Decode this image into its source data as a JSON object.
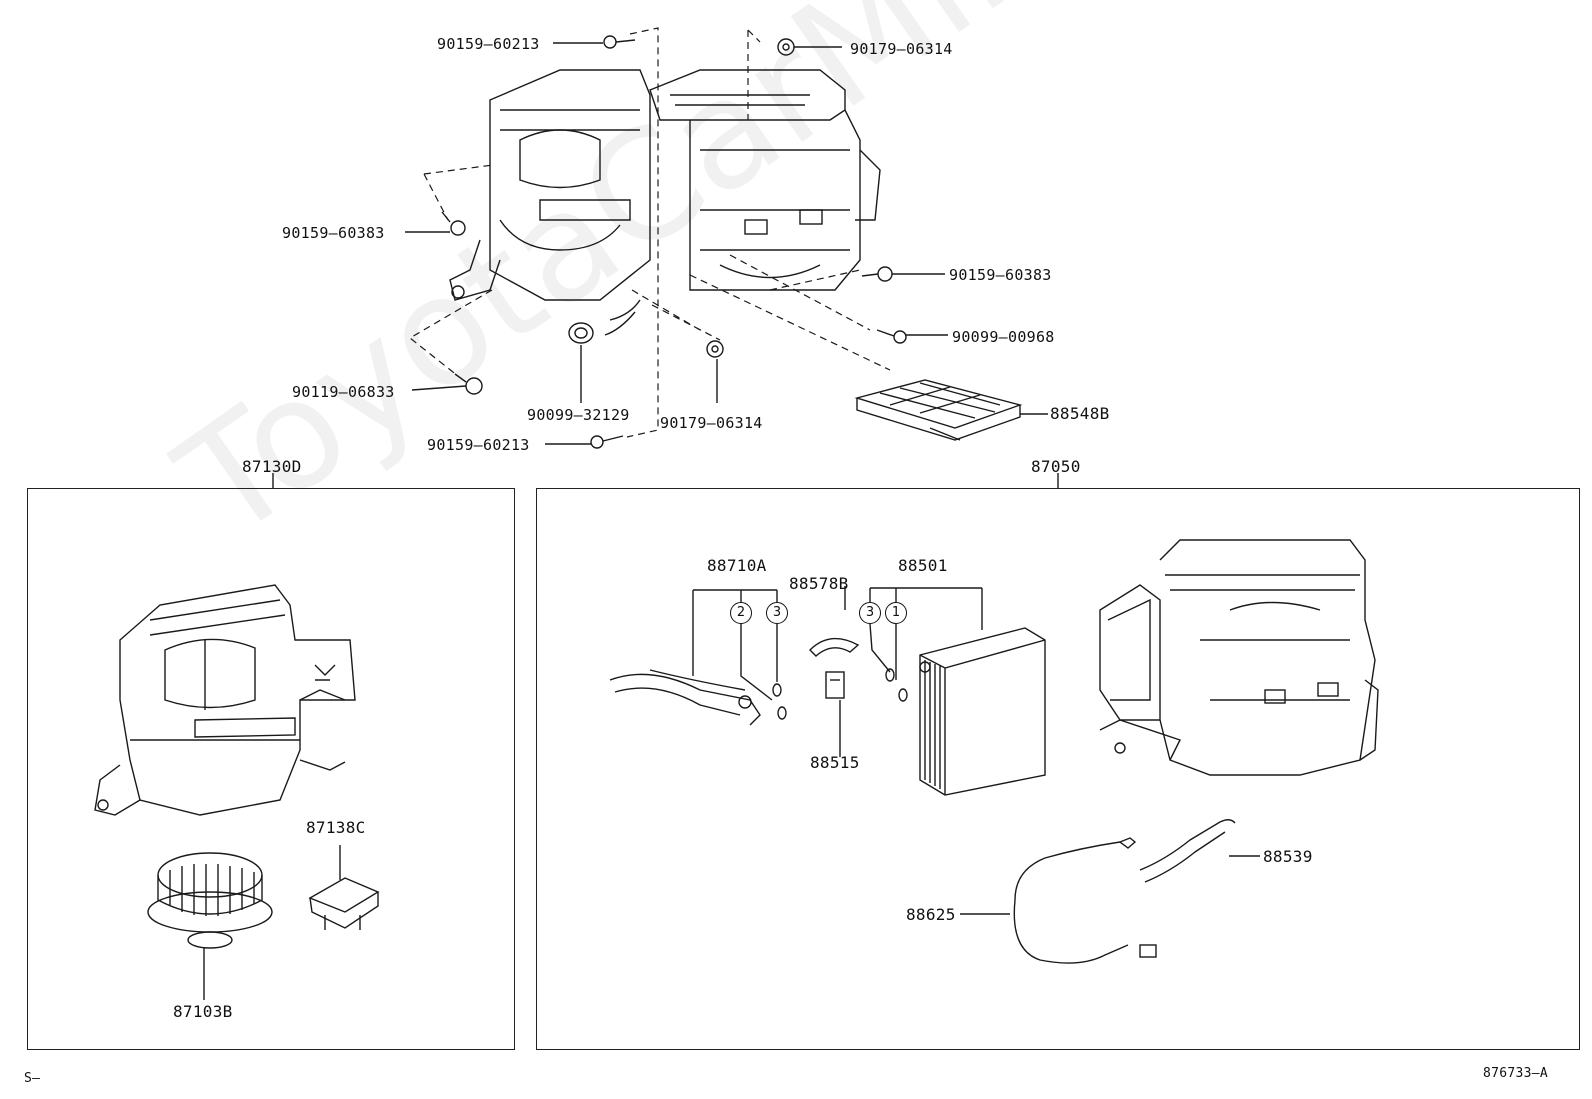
{
  "diagram": {
    "watermark": "ToyotaCarMine.ru",
    "page_mark": "S–",
    "diagram_ref": "876733–A",
    "top_parts": {
      "p90159_60213_top": "90159–60213",
      "p90179_06314_top": "90179–06314",
      "p90159_60383_left": "90159–60383",
      "p90159_60383_right": "90159–60383",
      "p90099_00968": "90099–00968",
      "p90119_06833": "90119–06833",
      "p90099_32129": "90099–32129",
      "p90179_06314_bottom": "90179–06314",
      "p90159_60213_bottom": "90159–60213",
      "p88548B": "88548B"
    },
    "left_box": {
      "title": "87130D",
      "p87138C": "87138C",
      "p87103B": "87103B"
    },
    "right_box": {
      "title": "87050",
      "p88710A": "88710A",
      "p88578B": "88578B",
      "p88501": "88501",
      "p88515": "88515",
      "p88539": "88539",
      "p88625": "88625",
      "circle_2": "2",
      "circle_3a": "3",
      "circle_3b": "3",
      "circle_1": "1"
    }
  }
}
